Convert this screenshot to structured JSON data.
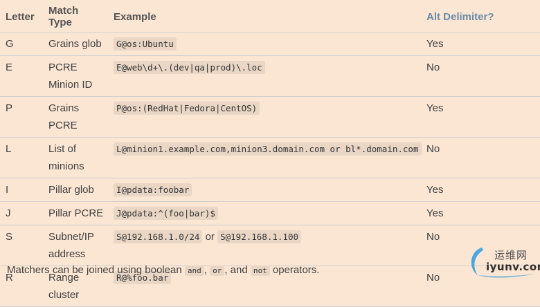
{
  "table": {
    "headers": {
      "letter": "Letter",
      "match_type": "Match Type",
      "example": "Example",
      "alt": "Alt Delimiter?"
    },
    "rows": [
      {
        "letter": "G",
        "type": "Grains glob",
        "example": [
          "G@os:Ubuntu"
        ],
        "joiners": [],
        "alt": "Yes"
      },
      {
        "letter": "E",
        "type": "PCRE Minion ID",
        "example": [
          "E@web\\d+\\.(dev|qa|prod)\\.loc"
        ],
        "joiners": [],
        "alt": "No"
      },
      {
        "letter": "P",
        "type": "Grains PCRE",
        "example": [
          "P@os:(RedHat|Fedora|CentOS)"
        ],
        "joiners": [],
        "alt": "Yes"
      },
      {
        "letter": "L",
        "type": "List of minions",
        "example": [
          "L@minion1.example.com,minion3.domain.com or bl*.domain.com"
        ],
        "joiners": [],
        "alt": "No"
      },
      {
        "letter": "I",
        "type": "Pillar glob",
        "example": [
          "I@pdata:foobar"
        ],
        "joiners": [],
        "alt": "Yes"
      },
      {
        "letter": "J",
        "type": "Pillar PCRE",
        "example": [
          "J@pdata:^(foo|bar)$"
        ],
        "joiners": [],
        "alt": "Yes"
      },
      {
        "letter": "S",
        "type": "Subnet/IP address",
        "example": [
          "S@192.168.1.0/24",
          "S@192.168.1.100"
        ],
        "joiners": [
          "or"
        ],
        "alt": "No"
      },
      {
        "letter": "R",
        "type": "Range cluster",
        "example": [
          "R@%foo.bar"
        ],
        "joiners": [],
        "alt": "No"
      }
    ]
  },
  "footer": {
    "text_before": "Matchers can be joined using boolean",
    "op_and": "and",
    "sep1": ",",
    "op_or": "or",
    "sep2": ", and",
    "op_not": "not",
    "text_after": "operators."
  },
  "watermark": {
    "line1": "运维网",
    "line2": "iyunv.com"
  },
  "colors": {
    "background": "#fbe6d3",
    "code_background": "#e9d6c5",
    "header_accent": "#6b8ba8",
    "text": "#3f3f3f"
  }
}
